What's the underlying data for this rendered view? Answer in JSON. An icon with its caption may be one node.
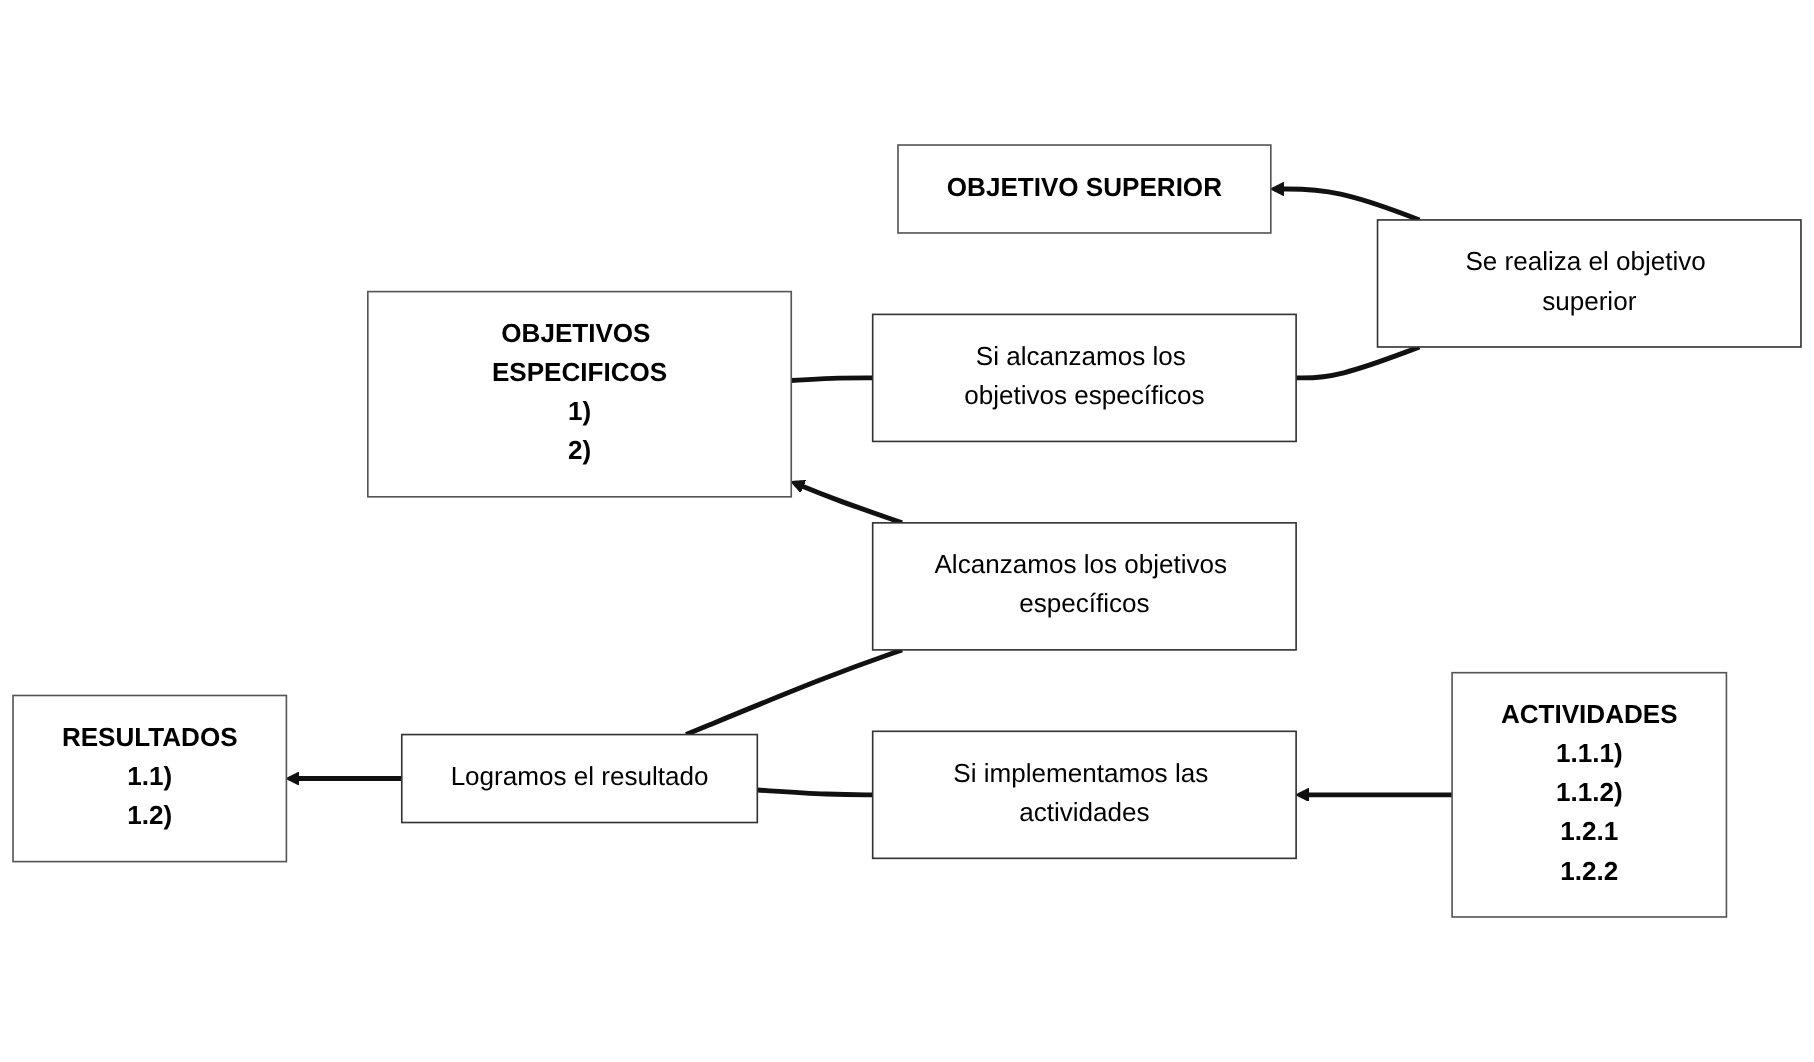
{
  "diagram": {
    "nodes": [
      {
        "text": [
          "OBJETIVO SUPERIOR"
        ]
      },
      {
        "text": [
          "Se realiza el objetivo superior"
        ]
      },
      {
        "text": [
          "Si alcanzamos los objetivos específicos"
        ]
      },
      {
        "text": [
          "OBJETIVOS ESPECIFICOS",
          "1)",
          "2)"
        ]
      },
      {
        "text": [
          "Alcanzamos los objetivos específicos"
        ]
      },
      {
        "text": [
          "RESULTADOS",
          "1.1)",
          "1.2)"
        ]
      },
      {
        "text": [
          "Logramos el resultado"
        ]
      },
      {
        "text": [
          "ACTIVIDADES",
          "1.1.1)",
          "1.1.2)",
          "1.2.1",
          "1.2.2"
        ]
      },
      {
        "text": [
          "Si implementamos las actividades"
        ]
      }
    ],
    "edges": [
      {
        "from": 1,
        "to": 0,
        "arrow": "to"
      },
      {
        "from": 1,
        "to": 2,
        "arrow": "none"
      },
      {
        "from": 2,
        "to": 3,
        "arrow": "none"
      },
      {
        "from": 4,
        "to": 3,
        "arrow": "to"
      },
      {
        "from": 4,
        "to": 6,
        "arrow": "none"
      },
      {
        "from": 6,
        "to": 5,
        "arrow": "to"
      },
      {
        "from": 8,
        "to": 6,
        "arrow": "none"
      },
      {
        "from": 7,
        "to": 8,
        "arrow": "to"
      }
    ]
  }
}
